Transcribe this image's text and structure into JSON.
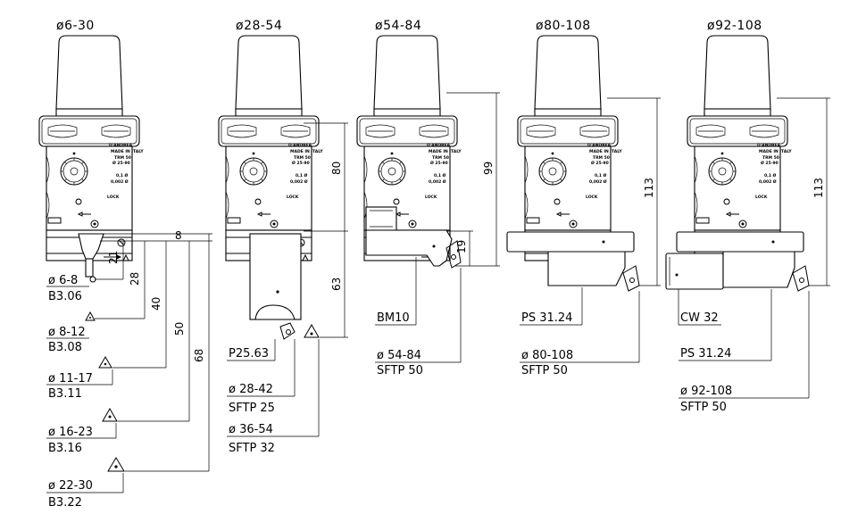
{
  "headers": [
    "ø6-30",
    "ø28-54",
    "ø54-84",
    "ø80-108",
    "ø92-108"
  ],
  "head_plate": {
    "brand": "D'ANDREA",
    "made_in": "MADE IN ITALY",
    "model": "TRM 50",
    "range": "Ø 25-90",
    "scale_1": "0,1 Ø",
    "scale_2": "0,002 Ø",
    "lock": "LOCK"
  },
  "tool1": {
    "dims": [
      "8",
      "21",
      "28",
      "40",
      "50",
      "68"
    ],
    "labels": [
      {
        "d": "ø 6-8",
        "code": "B3.06"
      },
      {
        "d": "ø 8-12",
        "code": "B3.08"
      },
      {
        "d": "ø 11-17",
        "code": "B3.11"
      },
      {
        "d": "ø 16-23",
        "code": "B3.16"
      },
      {
        "d": "ø 22-30",
        "code": "B3.22"
      }
    ]
  },
  "tool2": {
    "dims": [
      "80",
      "63"
    ],
    "bar": "P25.63",
    "labels": [
      {
        "d": "ø 28-42",
        "code": "SFTP 25"
      },
      {
        "d": "ø 36-54",
        "code": "SFTP 32"
      }
    ]
  },
  "tool3": {
    "dims": [
      "99",
      "19"
    ],
    "adapter": "BM10",
    "label": {
      "d": "ø 54-84",
      "code": "SFTP 50"
    }
  },
  "tool4": {
    "dims": [
      "113"
    ],
    "adapter": "PS 31.24",
    "label": {
      "d": "ø 80-108",
      "code": "SFTP 50"
    }
  },
  "tool5": {
    "dims": [
      "113"
    ],
    "counterweight": "CW 32",
    "adapter": "PS 31.24",
    "label": {
      "d": "ø 92-108",
      "code": "SFTP 50"
    }
  }
}
